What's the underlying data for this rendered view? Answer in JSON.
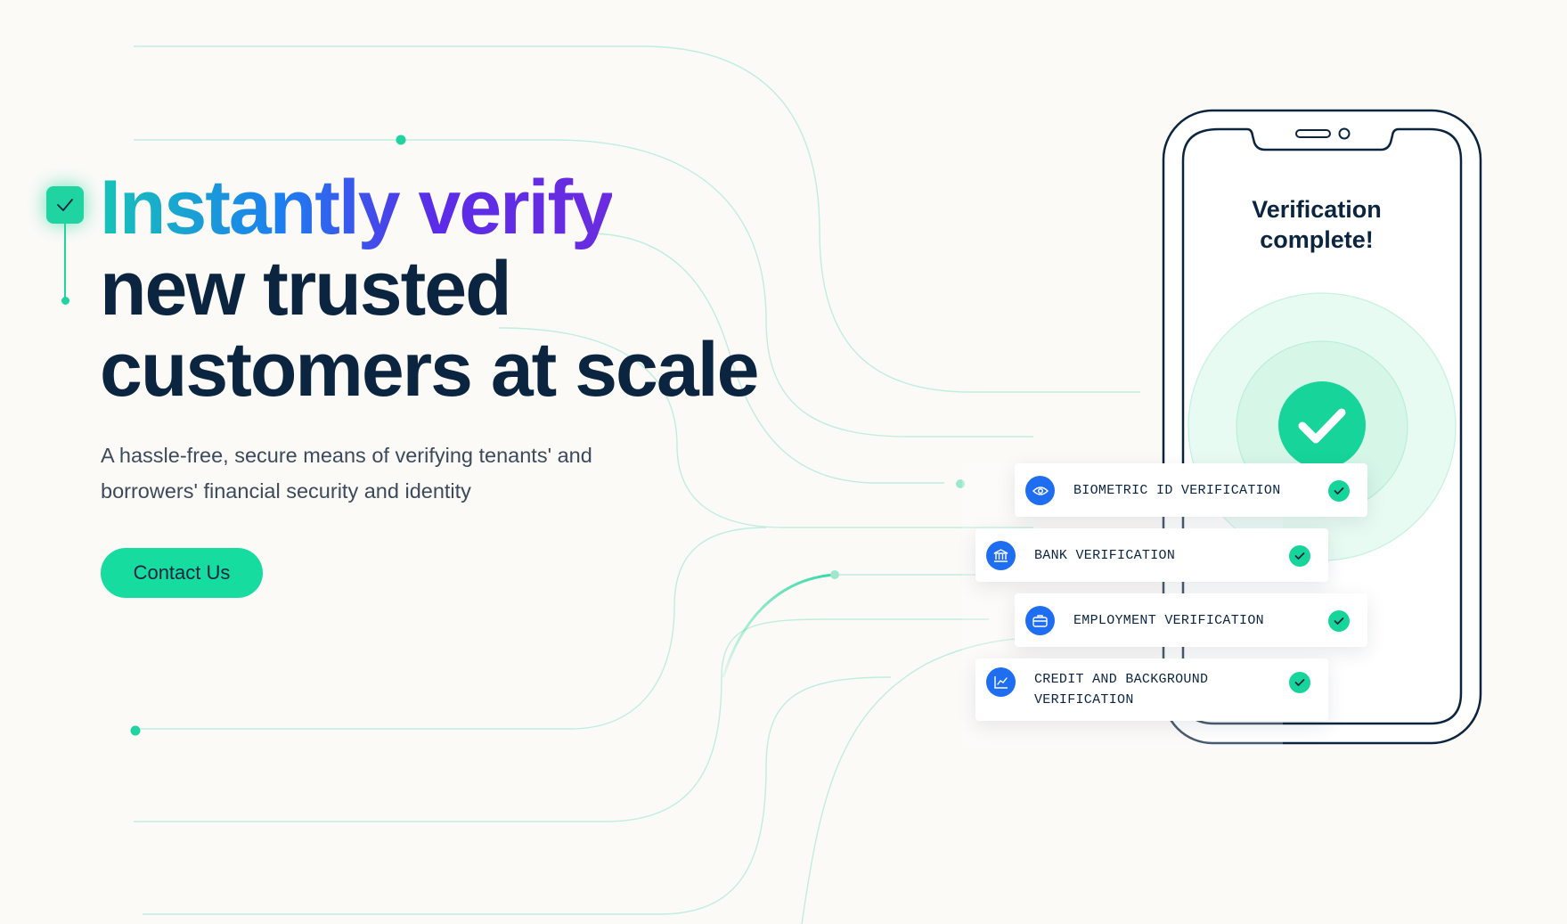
{
  "hero": {
    "title_highlight": "Instantly verify",
    "title_line2": "new trusted",
    "title_line3": "customers at scale",
    "subtitle": "A hassle-free, secure means of verifying tenants' and borrowers' financial security and identity",
    "cta_label": "Contact Us"
  },
  "phone": {
    "status_title": "Verification complete!"
  },
  "verifications": [
    {
      "label": "BIOMETRIC ID VERIFICATION",
      "icon": "eye-icon",
      "status": "verified"
    },
    {
      "label": "BANK VERIFICATION",
      "icon": "bank-icon",
      "status": "verified"
    },
    {
      "label": "EMPLOYMENT VERIFICATION",
      "icon": "briefcase-icon",
      "status": "verified"
    },
    {
      "label": "CREDIT AND BACKGROUND VERIFICATION",
      "icon": "chart-icon",
      "status": "verified"
    }
  ],
  "colors": {
    "accent_green": "#17dca0",
    "dark_navy": "#0b2540",
    "icon_blue": "#1f6df0",
    "gradient": [
      "#17c3b7",
      "#1c7ff0",
      "#5b2ce8"
    ],
    "background": "#fcfaf7"
  }
}
